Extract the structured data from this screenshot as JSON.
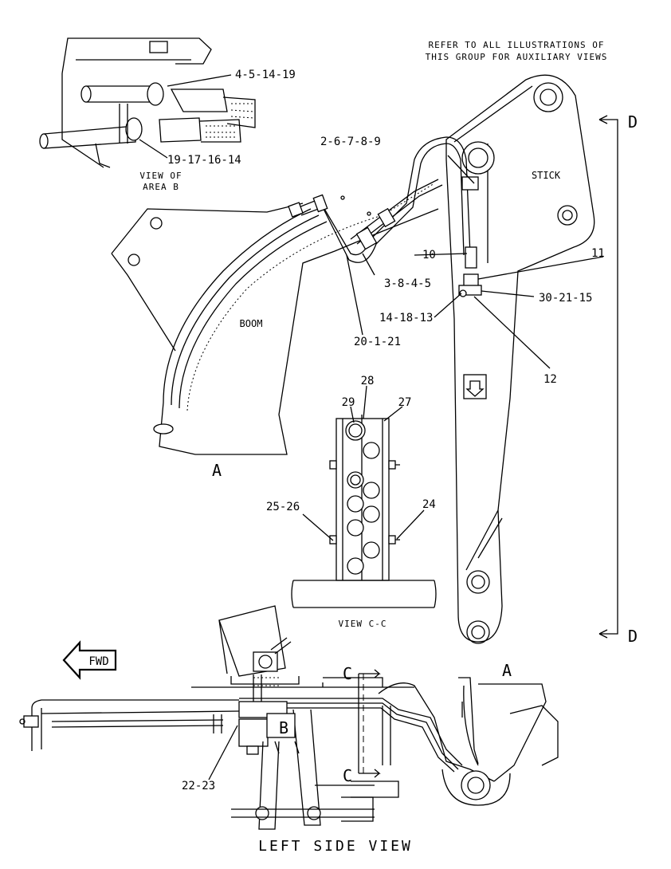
{
  "note": {
    "line1": "REFER TO ALL ILLUSTRATIONS OF",
    "line2": "THIS GROUP FOR AUXILIARY VIEWS"
  },
  "views": {
    "area_b_line1": "VIEW OF",
    "area_b_line2": "AREA B",
    "section_cc": "VIEW C-C",
    "left_side": "LEFT SIDE VIEW"
  },
  "components": {
    "stick": "STICK",
    "boom": "BOOM"
  },
  "callouts": {
    "c_4_5_14_19": "4-5-14-19",
    "c_19_17_16_14": "19-17-16-14",
    "c_2_6_7_8_9": "2-6-7-8-9",
    "c_10": "10",
    "c_11": "11",
    "c_3_8_4_5": "3-8-4-5",
    "c_30_21_15": "30-21-15",
    "c_14_18_13": "14-18-13",
    "c_20_1_21": "20-1-21",
    "c_12": "12",
    "c_28": "28",
    "c_29": "29",
    "c_27": "27",
    "c_25_26": "25-26",
    "c_24": "24",
    "c_22_23": "22-23"
  },
  "markers": {
    "d_top": "D",
    "d_bottom": "D",
    "a_boom": "A",
    "a_side": "A",
    "b": "B",
    "c_top": "C",
    "c_bottom": "C",
    "fwd": "FWD"
  }
}
